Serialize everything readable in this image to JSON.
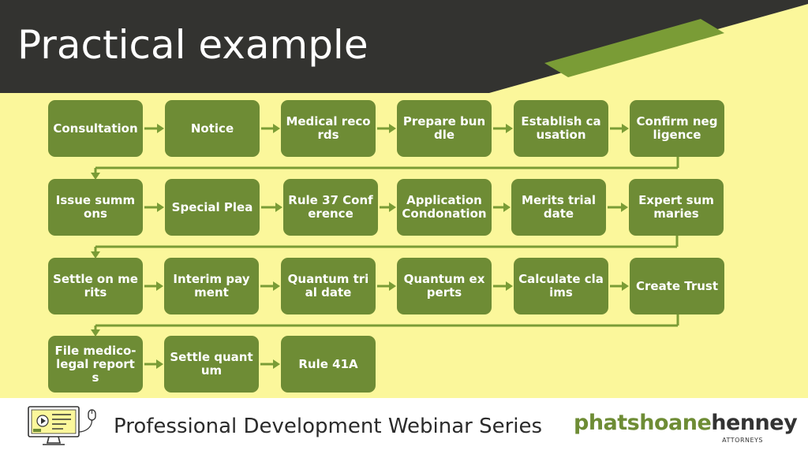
{
  "title": "Practical example",
  "colors": {
    "header": "#333330",
    "accent": "#7a9c36",
    "box": "#6e8c35",
    "background": "#fbf79b"
  },
  "steps": [
    "Consultation",
    "Notice",
    "Medical records",
    "Prepare bundle",
    "Establish causation",
    "Confirm negligence",
    "Issue summons",
    "Special Plea",
    "Rule 37 Conference",
    "Application Condonation",
    "Merits trial date",
    "Expert summaries",
    "Settle on merits",
    "Interim payment",
    "Quantum trial date",
    "Quantum experts",
    "Calculate claims",
    "Create Trust",
    "File medico-legal reports",
    "Settle quantum",
    "Rule 41A"
  ],
  "footer": {
    "text": "Professional Development Webinar Series",
    "icon": "computer-webinar-icon",
    "logo": {
      "part1": "phatshoane",
      "part2": "henney",
      "sub": "ATTORNEYS"
    }
  }
}
